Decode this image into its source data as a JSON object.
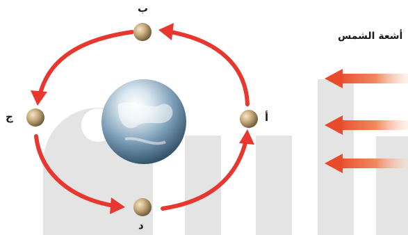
{
  "labels": {
    "moon_top": "ب",
    "moon_left": "ج",
    "moon_right": "أ",
    "moon_bottom": "د",
    "sunlight": "أشعة الشمس"
  },
  "colors": {
    "orbit_arrow": "#e8372e",
    "sun_ray": "#e84c2c",
    "watermark": "#e4e4e4",
    "earth": "#5a7f9c"
  },
  "elements": {
    "earth": "earth-globe",
    "moons": [
      "moon-top",
      "moon-left",
      "moon-right",
      "moon-bottom"
    ],
    "sun_rays": 3
  }
}
